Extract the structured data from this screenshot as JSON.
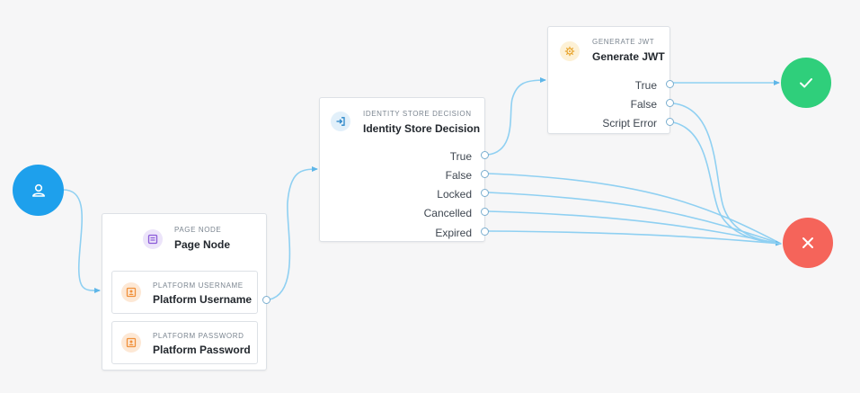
{
  "colors": {
    "canvas_bg": "#f6f6f7",
    "wire": "#8fd0f2",
    "start": "#1ea0ec",
    "success": "#2fcf7b",
    "failure": "#f5645a",
    "page_icon_bg": "#ece4fa",
    "page_icon_fg": "#8a5ad8",
    "platform_icon_bg": "#fde8d5",
    "platform_icon_fg": "#f0903a",
    "identity_icon_bg": "#e2f0fa",
    "identity_icon_fg": "#2a86c8",
    "jwt_icon_bg": "#fdf1d6",
    "jwt_icon_fg": "#e8a32a"
  },
  "start": {
    "icon": "user-icon"
  },
  "success": {
    "icon": "check-icon"
  },
  "failure": {
    "icon": "x-icon"
  },
  "page_node": {
    "type_label": "PAGE NODE",
    "title": "Page Node",
    "icon": "page-icon",
    "children": [
      {
        "type_label": "PLATFORM USERNAME",
        "title": "Platform Username",
        "icon": "contact-card-icon"
      },
      {
        "type_label": "PLATFORM PASSWORD",
        "title": "Platform Password",
        "icon": "contact-card-icon"
      }
    ]
  },
  "identity_store": {
    "type_label": "IDENTITY STORE DECISION",
    "title": "Identity Store Decision",
    "icon": "login-icon",
    "outcomes": [
      "True",
      "False",
      "Locked",
      "Cancelled",
      "Expired"
    ]
  },
  "generate_jwt": {
    "type_label": "GENERATE JWT",
    "title": "Generate JWT",
    "icon": "gear-icon",
    "outcomes": [
      "True",
      "False",
      "Script Error"
    ]
  }
}
